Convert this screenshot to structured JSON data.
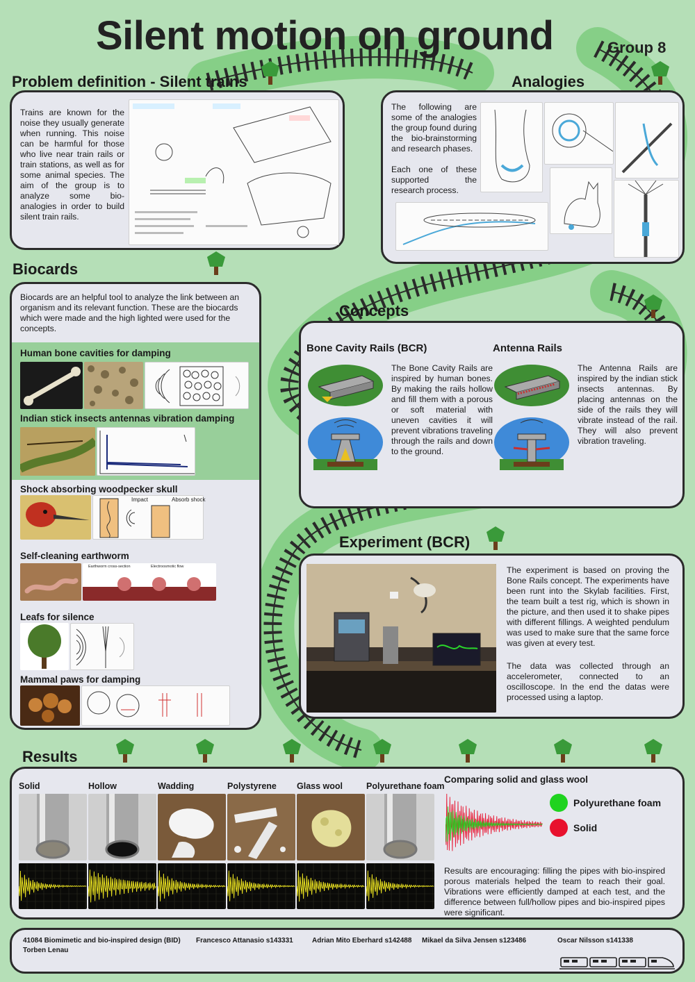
{
  "title": "Silent motion on ground",
  "group": "Group 8",
  "sections": {
    "problem": {
      "heading": "Problem definition - Silent trains",
      "text": "Trains are known for the noise they usually generate when running. This noise can be harmful for those who live near train rails or train stations, as well as for some animal species. The aim of the group is to analyze some bio-analogies in order to build silent train rails."
    },
    "analogies": {
      "heading": "Analogies",
      "text1": "The following are some of the analogies the group found during the bio-brainstorming and research phases.",
      "text2": "Each one of these supported the research process."
    },
    "biocards": {
      "heading": "Biocards",
      "intro": "Biocards are an helpful tool to analyze the link between an organism and its relevant function. These are the biocards which were made and the high lighted were used for the concepts.",
      "cards": [
        {
          "title": "Human bone cavities for damping",
          "highlighted": true
        },
        {
          "title": "Indian stick insects antennas vibration damping",
          "highlighted": true
        },
        {
          "title": "Shock absorbing woodpecker skull",
          "highlighted": false,
          "labels": [
            "Impact",
            "Absorb shock"
          ]
        },
        {
          "title": "Self-cleaning earthworm",
          "highlighted": false,
          "labels": [
            "Earthworm cross-section",
            "Electroosmotic flow"
          ]
        },
        {
          "title": "Leafs for silence",
          "highlighted": false
        },
        {
          "title": "Mammal paws for damping",
          "highlighted": false
        }
      ]
    },
    "concepts": {
      "heading": "Concepts",
      "bcr": {
        "title": "Bone Cavity Rails (BCR)",
        "text": "The Bone Cavity Rails are inspired by human bones. By making the rails hollow and fill them with a porous or soft material with uneven cavities it will prevent vibrations traveling through the rails and down to the ground."
      },
      "antenna": {
        "title": "Antenna Rails",
        "text": "The Antenna Rails are inspired by the indian stick insects antennas. By placing antennas on the side of the rails they will vibrate instead of the rail. They will also prevent vibration traveling."
      }
    },
    "experiment": {
      "heading": "Experiment (BCR)",
      "text1": "The experiment is based on proving the Bone Rails concept. The experiments have been runt into the Skylab facilities. First, the team built a test rig, which is shown in the picture, and then used it to shake pipes with different fillings. A weighted pendulum was used to make sure that the same force was given at every test.",
      "text2": "The data was collected through an accelerometer, connected to an oscilloscope. In the end the datas were processed using a laptop."
    },
    "results": {
      "heading": "Results",
      "materials": [
        "Solid",
        "Hollow",
        "Wadding",
        "Polystyrene",
        "Glass wool",
        "Polyurethane foam"
      ],
      "comparison_title": "Comparing solid and glass wool",
      "legend": [
        {
          "label": "Polyurethane foam",
          "color": "#1fd31f"
        },
        {
          "label": "Solid",
          "color": "#e8112d"
        }
      ],
      "conclusion": "Results are encouraging: filling the pipes with bio-inspired porous materials helped the team to reach their goal. Vibrations were efficiently damped at each test, and the difference between full/hollow pipes and bio-inspired pipes were significant."
    }
  },
  "footer": {
    "course": "41084 Biomimetic and bio-inspired design (BID)",
    "teacher": "Torben Lenau",
    "authors": [
      "Francesco Attanasio s143331",
      "Adrian Mito Eberhard s142488",
      "Mikael da Silva Jensen s123486",
      "Oscar Nilsson s141338"
    ]
  },
  "colors": {
    "background": "#b5dfb7",
    "track_band": "#7ccc7e",
    "panel": "#e6e7ee",
    "highlight_band": "#98cf9a",
    "tree_crown": "#3a9a3a",
    "trunk": "#6a3e1b"
  }
}
